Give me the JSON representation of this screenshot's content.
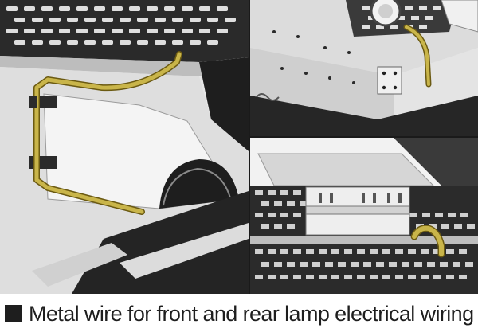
{
  "caption": {
    "text": "Metal wire for front and rear lamp electrical wiring",
    "bullet_icon": "black-square-bullet-icon"
  },
  "panels": [
    {
      "id": "left",
      "subject": "grille-and-lamp-bracket-with-wire"
    },
    {
      "id": "top-right",
      "subject": "hull-corner-with-wire"
    },
    {
      "id": "bottom-right",
      "subject": "engine-deck-hinge-with-wire"
    }
  ],
  "colors": {
    "wire": "#c9b54a",
    "wire_outline": "#6b5a12",
    "model_light": "#efefef",
    "model_mid": "#c8c8c8",
    "model_dark": "#1c1c1c",
    "caption_text": "#1e1e1e"
  }
}
